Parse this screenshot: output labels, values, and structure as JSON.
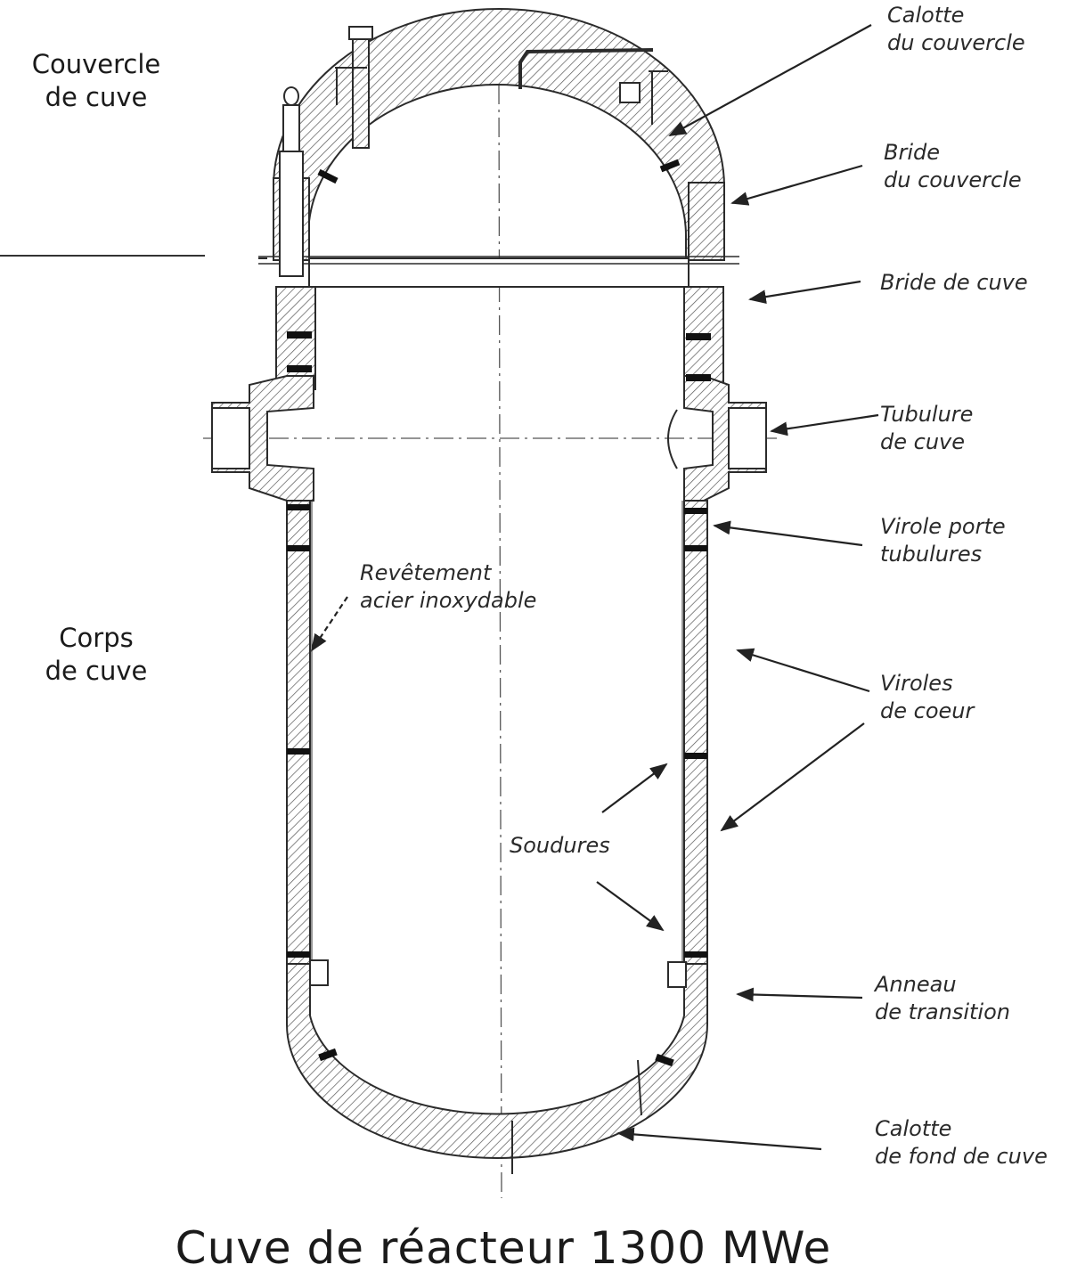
{
  "title": "Cuve de réacteur 1300 MWe",
  "sections": {
    "couvercle": [
      "Couvercle",
      "de cuve"
    ],
    "corps": [
      "Corps",
      "de cuve"
    ]
  },
  "parts": {
    "calotte_couvercle": [
      "Calotte",
      "du couvercle"
    ],
    "bride_couvercle": [
      "Bride",
      "du couvercle"
    ],
    "bride_cuve": [
      "Bride de cuve"
    ],
    "tubulure": [
      "Tubulure",
      "de cuve"
    ],
    "virole_porte": [
      "Virole porte",
      "tubulures"
    ],
    "viroles_coeur": [
      "Viroles",
      "de coeur"
    ],
    "anneau": [
      "Anneau",
      "de transition"
    ],
    "calotte_fond": [
      "Calotte",
      "de fond de cuve"
    ],
    "revetement": [
      "Revêtement",
      "acier inoxydable"
    ],
    "soudures": [
      "Soudures"
    ]
  },
  "colors": {
    "line": "#2b2b2b",
    "hatch": "#555555",
    "weld": "#111111"
  }
}
